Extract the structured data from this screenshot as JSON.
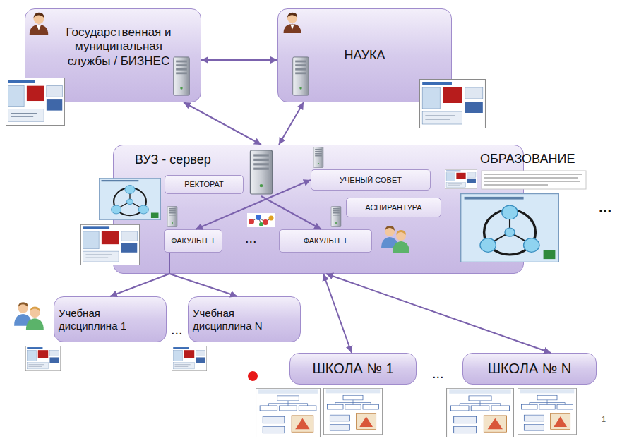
{
  "diagram": {
    "nodes": [
      {
        "text": [
          "Государственная и муниципальная службы / БИЗНЕС"
        ]
      },
      {
        "text": [
          "НАУКА"
        ]
      },
      {
        "text": [
          "ВУЗ - сервер"
        ]
      },
      {
        "text": [
          "РЕКТОРАТ"
        ],
        "in": 2
      },
      {
        "text": [
          "УЧЕНЫЙ СОВЕТ"
        ],
        "in": 2
      },
      {
        "text": [
          "АСПИРАНТУРА"
        ],
        "in": 2
      },
      {
        "text": [
          "ФАКУЛЬТЕТ"
        ],
        "in": 2
      },
      {
        "text": [
          "ФАКУЛЬТЕТ"
        ],
        "in": 2
      },
      {
        "text": [
          "Учебная дисциплина 1"
        ]
      },
      {
        "text": [
          "Учебная дисциплина N"
        ]
      },
      {
        "text": [
          "ШКОЛА № 1"
        ]
      },
      {
        "text": [
          "ШКОЛА № N"
        ]
      }
    ],
    "edges": [
      {
        "from": 0,
        "to": 1,
        "arrow": "both"
      },
      {
        "from": 0,
        "to": 2,
        "arrow": "both"
      },
      {
        "from": 1,
        "to": 2,
        "arrow": "both"
      },
      {
        "from": 4,
        "to": 6,
        "arrow": "both"
      },
      {
        "from": 2,
        "to": 7,
        "arrow": "to"
      },
      {
        "from": 6,
        "to": 8,
        "arrow": "to"
      },
      {
        "from": 6,
        "to": 9,
        "arrow": "to"
      },
      {
        "from": 2,
        "to": 10,
        "arrow": "both"
      },
      {
        "from": 2,
        "to": 11,
        "arrow": "both"
      }
    ],
    "labels": [
      "ОБРАЗОВАНИЕ",
      "...",
      "...",
      "...",
      "...",
      "1"
    ]
  }
}
